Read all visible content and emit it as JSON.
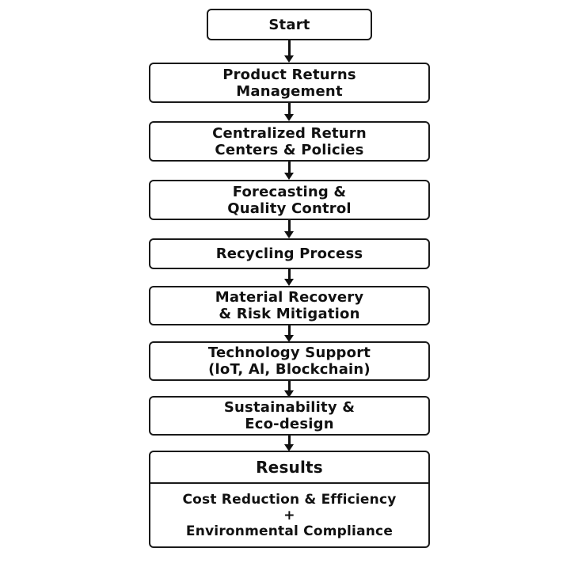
{
  "steps": {
    "start": [
      "Start"
    ],
    "returns": [
      "Product Returns",
      "Management"
    ],
    "centers": [
      "Centralized Return",
      "Centers & Policies"
    ],
    "forecast": [
      "Forecasting &",
      "Quality Control"
    ],
    "recycling": [
      "Recycling Process"
    ],
    "material": [
      "Material Recovery",
      "& Risk Mitigation"
    ],
    "tech": [
      "Technology Support",
      "(loT, Al, Blockchain)"
    ],
    "sustain": [
      "Sustainability &",
      "Eco-design"
    ]
  },
  "results": {
    "title": "Results",
    "lines": [
      "Cost Reduction & Efficiency",
      "+",
      "Environmental Compliance"
    ]
  }
}
